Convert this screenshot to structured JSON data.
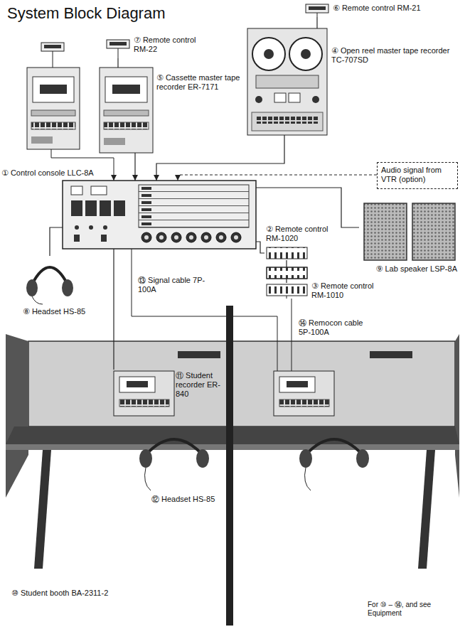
{
  "diagram": {
    "title": "System Block Diagram",
    "nodes": [
      {
        "text": [
          "⑥ Remote control RM-21"
        ]
      },
      {
        "text": [
          "⑦ Remote control RM-22"
        ]
      },
      {
        "text": [
          "⑤ Cassette master tape recorder ER-7171"
        ]
      },
      {
        "text": [
          "④ Open reel master tape recorder TC-707SD"
        ]
      },
      {
        "text": [
          "Audio signal from VTR (option)"
        ]
      },
      {
        "text": [
          "① Control console LLC-8A"
        ]
      },
      {
        "text": [
          "② Remote control RM-1020"
        ]
      },
      {
        "text": [
          "③ Remote control RM-1010"
        ]
      },
      {
        "text": [
          "⑨ Lab speaker LSP-8A"
        ]
      },
      {
        "text": [
          "⑧ Headset HS-85"
        ]
      },
      {
        "text": [
          "⑩ Student booth BA-2311-2"
        ]
      },
      {
        "text": [
          "⑪ Student recorder ER-840"
        ],
        "in": 10
      },
      {
        "text": [
          "⑫ Headset HS-85"
        ],
        "in": 10
      }
    ],
    "edges": [
      {
        "from": 0,
        "to": 3,
        "arrow": "none"
      },
      {
        "from": 1,
        "to": 2,
        "arrow": "none"
      },
      {
        "from": 2,
        "to": 5,
        "arrow": "to"
      },
      {
        "from": 3,
        "to": 5,
        "arrow": "to"
      },
      {
        "from": 4,
        "to": 5,
        "arrow": "to"
      },
      {
        "from": 5,
        "to": 6,
        "arrow": "none"
      },
      {
        "from": 6,
        "to": 7,
        "arrow": "none"
      },
      {
        "from": 5,
        "to": 8,
        "arrow": "none"
      },
      {
        "from": 9,
        "to": 5,
        "arrow": "none"
      },
      {
        "from": 5,
        "to": 11,
        "label": "⑬ Signal cable 7P-100A",
        "arrow": "none"
      }
    ],
    "labels": [
      "⑭ Remocon cable 5P-100A",
      "For ⑩ – ⑭, and see Equipment"
    ]
  }
}
